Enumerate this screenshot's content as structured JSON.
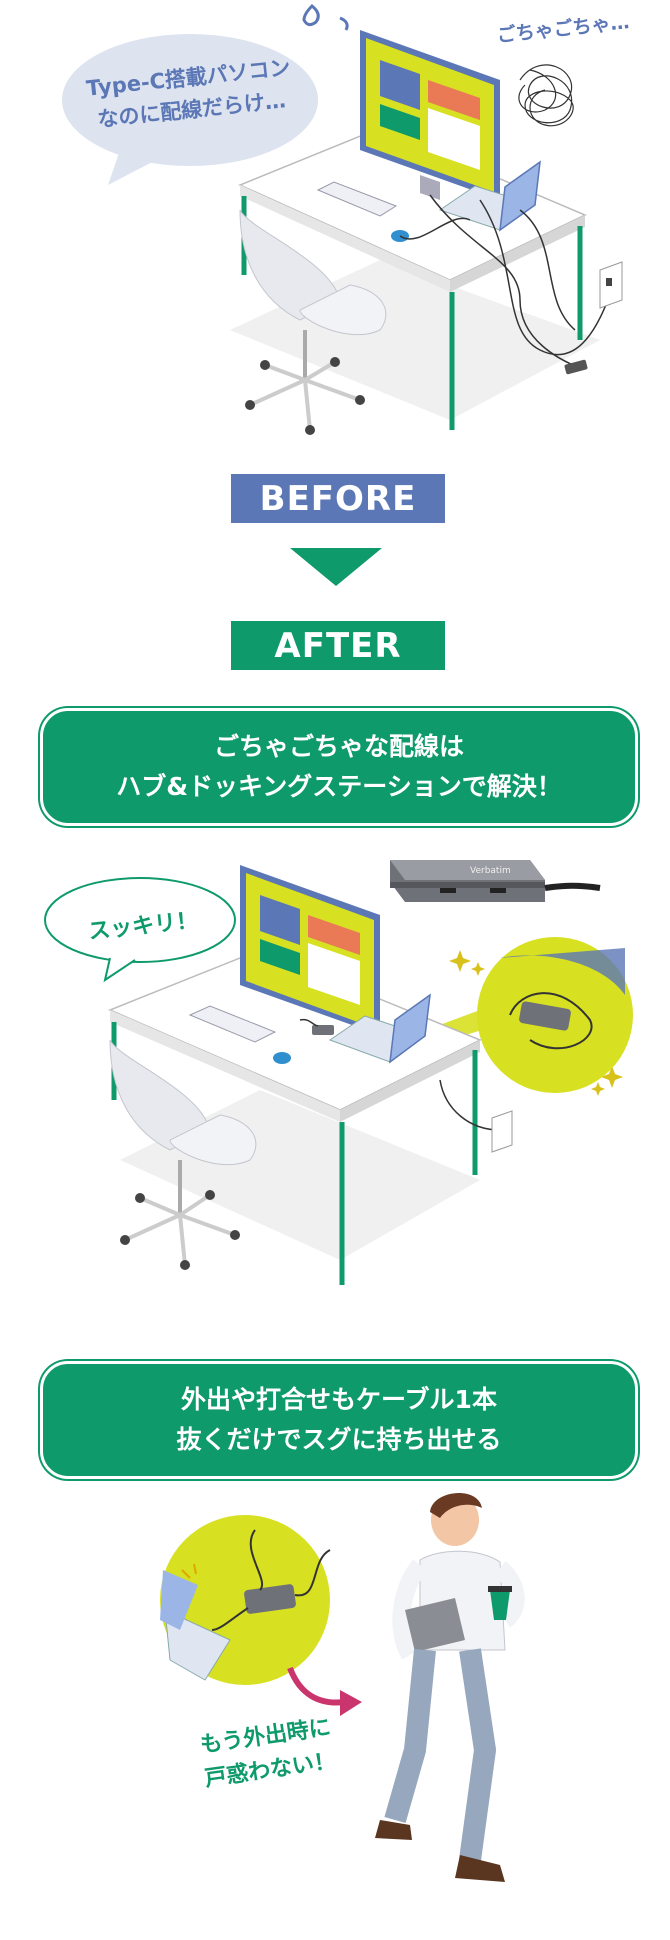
{
  "before_scene": {
    "speech_bubble_text": "Type-C搭載パソコン\nなのに配線だらけ…",
    "mess_text": "ごちゃごちゃ…"
  },
  "before_label": "BEFORE",
  "after_label": "AFTER",
  "banner1": {
    "line1": "ごちゃごちゃな配線は",
    "line2": "ハブ&ドッキングステーションで解決！"
  },
  "after_scene": {
    "speech_bubble_text": "スッキリ！",
    "product_brand": "Verbatim"
  },
  "banner2": {
    "line1": "外出や打合せもケーブル1本",
    "line2": "抜くだけでスグに持ち出せる"
  },
  "walk_scene": {
    "caption_line1": "もう外出時に",
    "caption_line2": "戸惑わない！"
  },
  "colors": {
    "green": "#0e9a6b",
    "blue": "#5b77b6",
    "lime": "#d7e021",
    "bubble_blue": "#dde3ef",
    "pink_arrow": "#c9356c"
  }
}
